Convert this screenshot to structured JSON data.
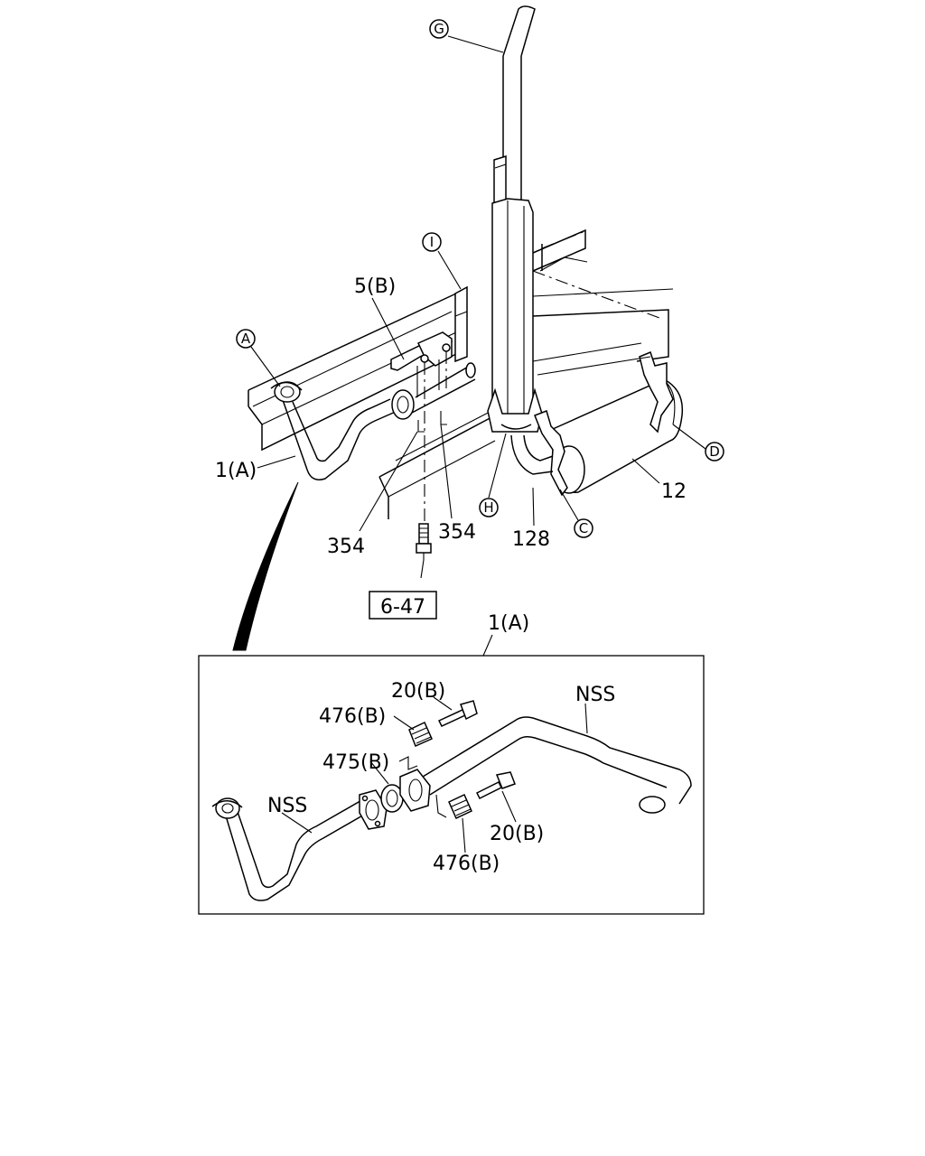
{
  "callouts": {
    "a": "A",
    "c": "C",
    "d": "D",
    "g": "G",
    "h": "H",
    "i": "I"
  },
  "labels": {
    "bracket_5b": "5(B)",
    "pipe_1a": "1(A)",
    "clamp_354_left": "354",
    "clamp_354_right": "354",
    "muffler_12": "12",
    "pipe_128": "128",
    "ref_box": "6-47",
    "detail_1a": "1(A)"
  },
  "detail": {
    "bolt_20b_top": "20(B)",
    "spring_476b_top": "476(B)",
    "gasket_475b": "475(B)",
    "nss_left": "NSS",
    "nss_right": "NSS",
    "bolt_20b_bottom": "20(B)",
    "spring_476b_bottom": "476(B)"
  }
}
